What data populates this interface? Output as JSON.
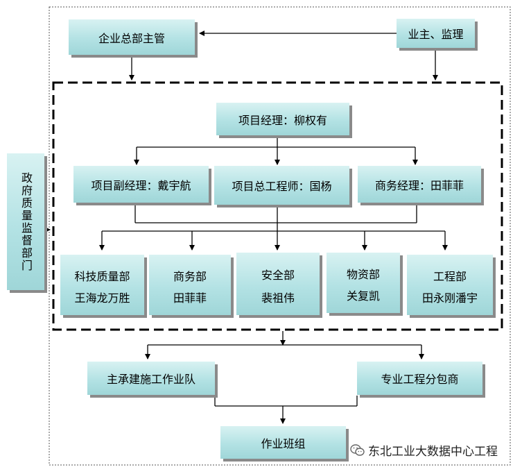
{
  "top": {
    "enterprise_hq": "企业总部主管",
    "owner_supervisor": "业主、监理"
  },
  "government": "政府质量监督部门",
  "project": {
    "manager": "项目经理：柳权有",
    "deputies": [
      "项目副经理：戴宇航",
      "项目总工程师：国杨",
      "商务经理：田菲菲"
    ],
    "departments": [
      {
        "name": "科技质量部",
        "person": "王海龙万胜"
      },
      {
        "name": "商务部",
        "person": "田菲菲"
      },
      {
        "name": "安全部",
        "person": "裴祖伟"
      },
      {
        "name": "物资部",
        "person": "关复凯"
      },
      {
        "name": "工程部",
        "person": "田永刚潘宇"
      }
    ]
  },
  "teams": {
    "main_contractor": "主承建施工作业队",
    "subcontractor": "专业工程分包商",
    "work_group": "作业班组"
  },
  "watermark": "东北工业大数据中心工程"
}
